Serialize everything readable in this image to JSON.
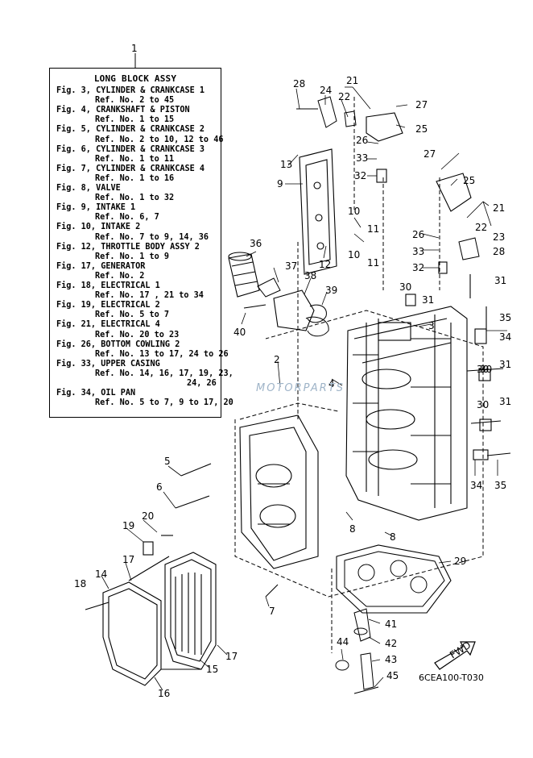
{
  "reference_box": {
    "callout": "1",
    "title": "LONG BLOCK ASSY",
    "lines": [
      "Fig. 3, CYLINDER & CRANKCASE 1",
      "Ref. No. 2 to 45",
      "Fig. 4, CRANKSHAFT & PISTON",
      "Ref. No. 1 to 15",
      "Fig. 5, CYLINDER & CRANKCASE 2",
      "Ref. No. 2 to 10, 12 to 46",
      "Fig. 6, CYLINDER & CRANKCASE 3",
      "Ref. No. 1 to 11",
      "Fig. 7, CYLINDER & CRANKCASE 4",
      "Ref. No. 1 to 16",
      "Fig. 8, VALVE",
      "Ref. No. 1 to 32",
      "Fig. 9, INTAKE 1",
      "Ref. No. 6, 7",
      "Fig. 10, INTAKE 2",
      "Ref. No. 7 to 9, 14, 36",
      "Fig. 12, THROTTLE BODY ASSY 2",
      "Ref. No. 1 to 9",
      "Fig. 17, GENERATOR",
      "Ref. No. 2",
      "Fig. 18, ELECTRICAL 1",
      "Ref. No. 17 , 21 to 34",
      "Fig. 19, ELECTRICAL 2",
      "Ref. No. 5 to 7",
      "Fig. 21, ELECTRICAL 4",
      "Ref. No. 20 to 23",
      "Fig. 26, BOTTOM COWLING 2",
      "Ref. No. 13 to 17, 24 to 26",
      "Fig. 33, UPPER CASING",
      "Ref. No. 14, 16, 17, 19, 23,",
      "24, 26",
      "Fig. 34, OIL PAN",
      "Ref. No. 5 to 7, 9 to 17, 20"
    ]
  },
  "callouts": [
    "28",
    "24",
    "21",
    "22",
    "27",
    "25",
    "26",
    "33",
    "32",
    "13",
    "9",
    "10",
    "11",
    "27",
    "25",
    "21",
    "22",
    "23",
    "26",
    "33",
    "28",
    "32",
    "36",
    "37",
    "38",
    "39",
    "40",
    "12",
    "10",
    "11",
    "30",
    "31",
    "31",
    "30",
    "35",
    "34",
    "3",
    "2",
    "4",
    "31",
    "30",
    "30",
    "31",
    "5",
    "6",
    "20",
    "19",
    "17",
    "14",
    "18",
    "7",
    "34",
    "35",
    "8",
    "8",
    "29",
    "15",
    "17",
    "16",
    "41",
    "42",
    "43",
    "44",
    "45"
  ],
  "fwd_label": "FWD",
  "diagram_code": "6CEA100-T030",
  "watermark": "MOTORPARTS"
}
